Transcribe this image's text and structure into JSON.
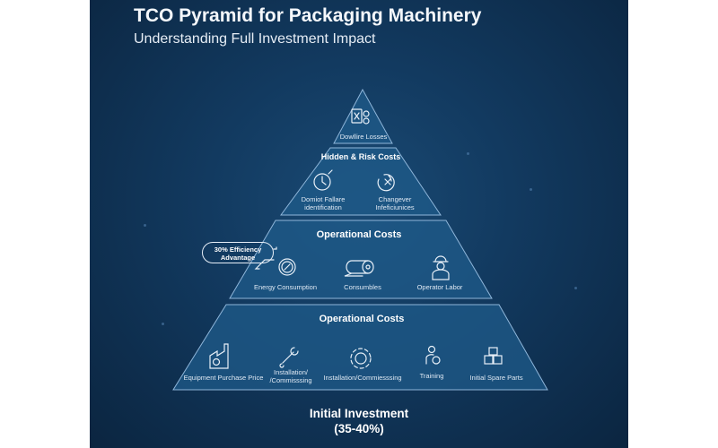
{
  "title": "TCO Pyramid for Packaging Machinery",
  "subtitle": "Understanding Full Investment Impact",
  "tiers": [
    {
      "header": "",
      "items": [
        {
          "label": "Dowllire Losses",
          "icon": "document-gear-icon"
        }
      ]
    },
    {
      "header": "Hidden & Risk Costs",
      "items": [
        {
          "label": "Domiot Fallare identification",
          "line1": "Domiot Fallare",
          "line2": "identification",
          "icon": "clock-icon"
        },
        {
          "label": "Changever Infeficiunices",
          "line1": "Changever",
          "line2": "Infeficiunices",
          "icon": "cycle-x-icon"
        }
      ]
    },
    {
      "header": "Operational Costs",
      "items": [
        {
          "label": "Energy Consumption",
          "icon": "gear-clock-icon"
        },
        {
          "label": "Consumbles",
          "icon": "roll-icon"
        },
        {
          "label": "Operator Labor",
          "icon": "worker-icon"
        }
      ]
    },
    {
      "header": "Operational Costs",
      "items": [
        {
          "label": "Equipment Purchase Price",
          "icon": "factory-dollar-icon"
        },
        {
          "label": "Installation/ /Commisssing",
          "line1": "Installation/",
          "line2": "/Commisssing",
          "icon": "wrench-icon"
        },
        {
          "label": "Installation/Commiesssing",
          "icon": "gear-icon"
        },
        {
          "label": "Training",
          "icon": "person-gear-icon"
        },
        {
          "label": "Initial Spare Parts",
          "icon": "boxes-icon"
        }
      ]
    }
  ],
  "callout": {
    "line1": "30% Efficiency",
    "line2": "Advantage"
  },
  "footer": {
    "line1": "Initial Investment",
    "line2": "(35-40%)"
  },
  "colors": {
    "background": "#123a60",
    "tier_fill": "#1f5b8a",
    "tier_stroke": "#8fb6da",
    "text": "#ffffff"
  }
}
